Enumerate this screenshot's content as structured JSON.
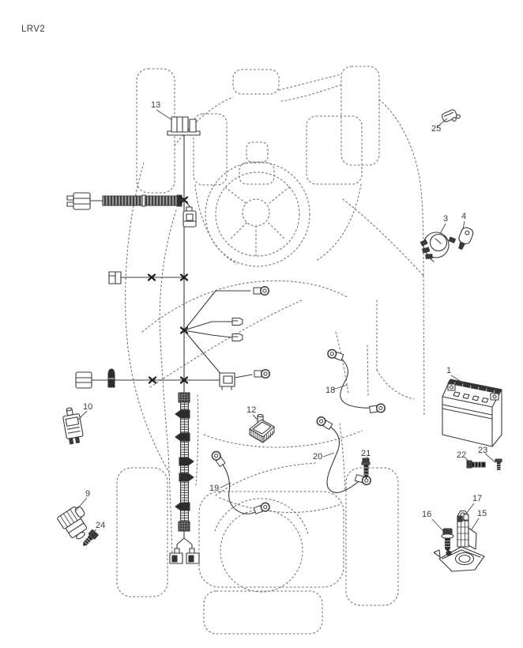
{
  "title": {
    "code": "LRV2"
  },
  "colors": {
    "background": "#ffffff",
    "ink": "#3a3a3a",
    "chassis_dash": "#6f6f6f"
  },
  "callouts": [
    {
      "num": "1",
      "part": "battery"
    },
    {
      "num": "3",
      "part": "ignition-switch"
    },
    {
      "num": "4",
      "part": "ignition-key"
    },
    {
      "num": "9",
      "part": "interlock-switch"
    },
    {
      "num": "10",
      "part": "plunger-switch"
    },
    {
      "num": "12",
      "part": "seat-switch"
    },
    {
      "num": "13",
      "part": "harness-connector"
    },
    {
      "num": "15",
      "part": "starter-solenoid"
    },
    {
      "num": "16",
      "part": "hex-bolt"
    },
    {
      "num": "17",
      "part": "hex-nut"
    },
    {
      "num": "18",
      "part": "battery-cable"
    },
    {
      "num": "19",
      "part": "ground-cable"
    },
    {
      "num": "20",
      "part": "starter-cable"
    },
    {
      "num": "21",
      "part": "stud-bolt"
    },
    {
      "num": "22",
      "part": "bolt"
    },
    {
      "num": "23",
      "part": "screw"
    },
    {
      "num": "24",
      "part": "mount-bolt"
    },
    {
      "num": "25",
      "part": "fuse-cover"
    }
  ]
}
